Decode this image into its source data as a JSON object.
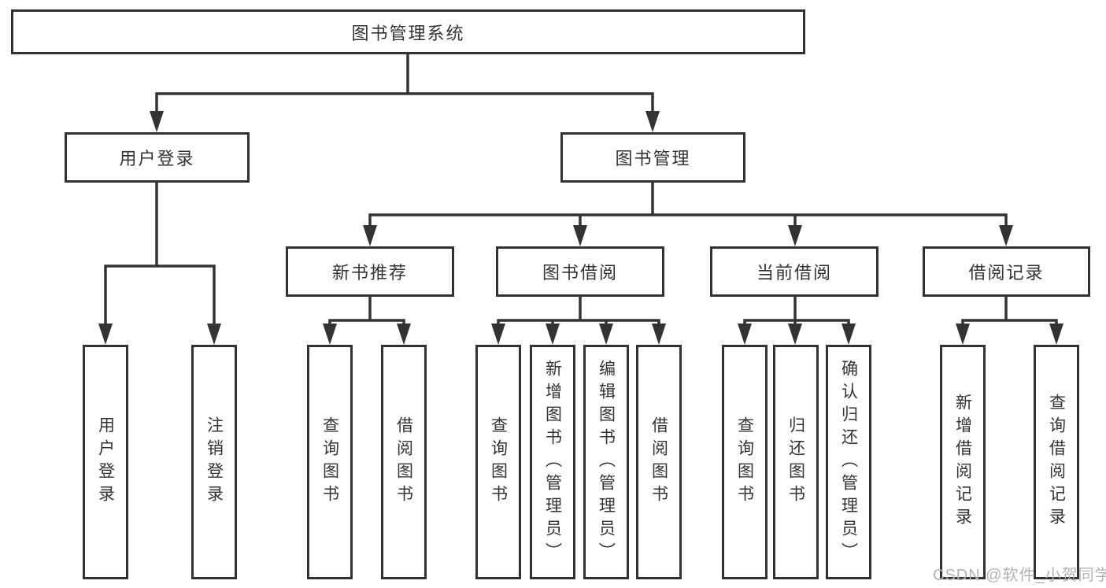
{
  "diagram_title": "图书管理系统",
  "nodes": {
    "root": "图书管理系统",
    "user_login": "用户登录",
    "book_mgmt": "图书管理",
    "new_book_rec": "新书推荐",
    "book_borrow": "图书借阅",
    "current_borrow": "当前借阅",
    "borrow_record": "借阅记录",
    "leaves": {
      "login_1": "用户登录",
      "login_2": "注销登录",
      "rec_1": "查询图书",
      "rec_2": "借阅图书",
      "borrow_1": "查询图书",
      "borrow_2": "新增图书（管理员）",
      "borrow_3": "编辑图书（管理员）",
      "borrow_4": "借阅图书",
      "current_1": "查询图书",
      "current_2": "归还图书",
      "current_3": "确认归还（管理员）",
      "record_1": "新增借阅记录",
      "record_2": "查询借阅记录"
    }
  },
  "tree": {
    "root": "图书管理系统",
    "branches": [
      {
        "label": "用户登录",
        "children": [
          "用户登录",
          "注销登录"
        ]
      },
      {
        "label": "图书管理",
        "children": [
          {
            "label": "新书推荐",
            "children": [
              "查询图书",
              "借阅图书"
            ]
          },
          {
            "label": "图书借阅",
            "children": [
              "查询图书",
              "新增图书（管理员）",
              "编辑图书（管理员）",
              "借阅图书"
            ]
          },
          {
            "label": "当前借阅",
            "children": [
              "查询图书",
              "归还图书",
              "确认归还（管理员）"
            ]
          },
          {
            "label": "借阅记录",
            "children": [
              "新增借阅记录",
              "查询借阅记录"
            ]
          }
        ]
      }
    ]
  },
  "watermark": "CSDN @软件_小贺同学",
  "colors": {
    "line": "#333333",
    "box_border": "#323232",
    "box_fill": "#ffffff",
    "text": "#333333",
    "watermark": "#b3b3b3"
  }
}
